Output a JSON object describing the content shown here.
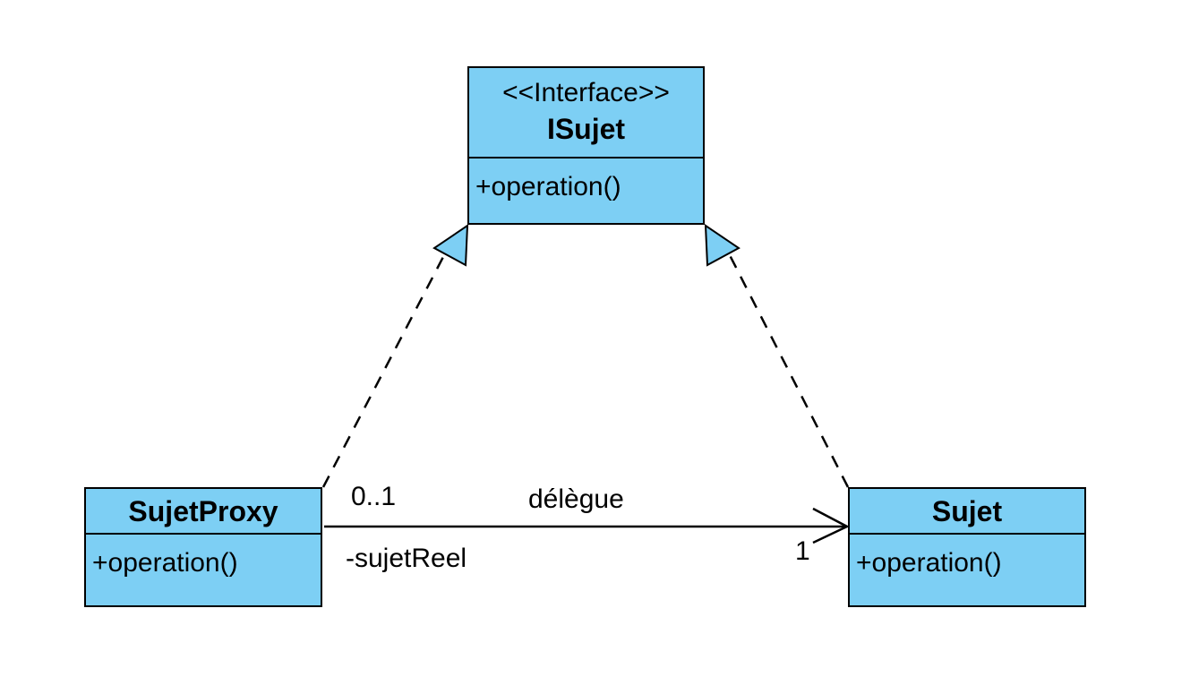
{
  "colors": {
    "class_fill": "#7dcff4",
    "line": "#000000",
    "background": "#ffffff"
  },
  "classes": {
    "isujet": {
      "stereotype": "<<Interface>>",
      "name": "ISujet",
      "operations": [
        "+operation()"
      ]
    },
    "sujet_proxy": {
      "name": "SujetProxy",
      "operations": [
        "+operation()"
      ]
    },
    "sujet": {
      "name": "Sujet",
      "operations": [
        "+operation()"
      ]
    }
  },
  "association": {
    "name": "délègue",
    "source_multiplicity": "0..1",
    "source_role": "-sujetReel",
    "target_multiplicity": "1"
  }
}
